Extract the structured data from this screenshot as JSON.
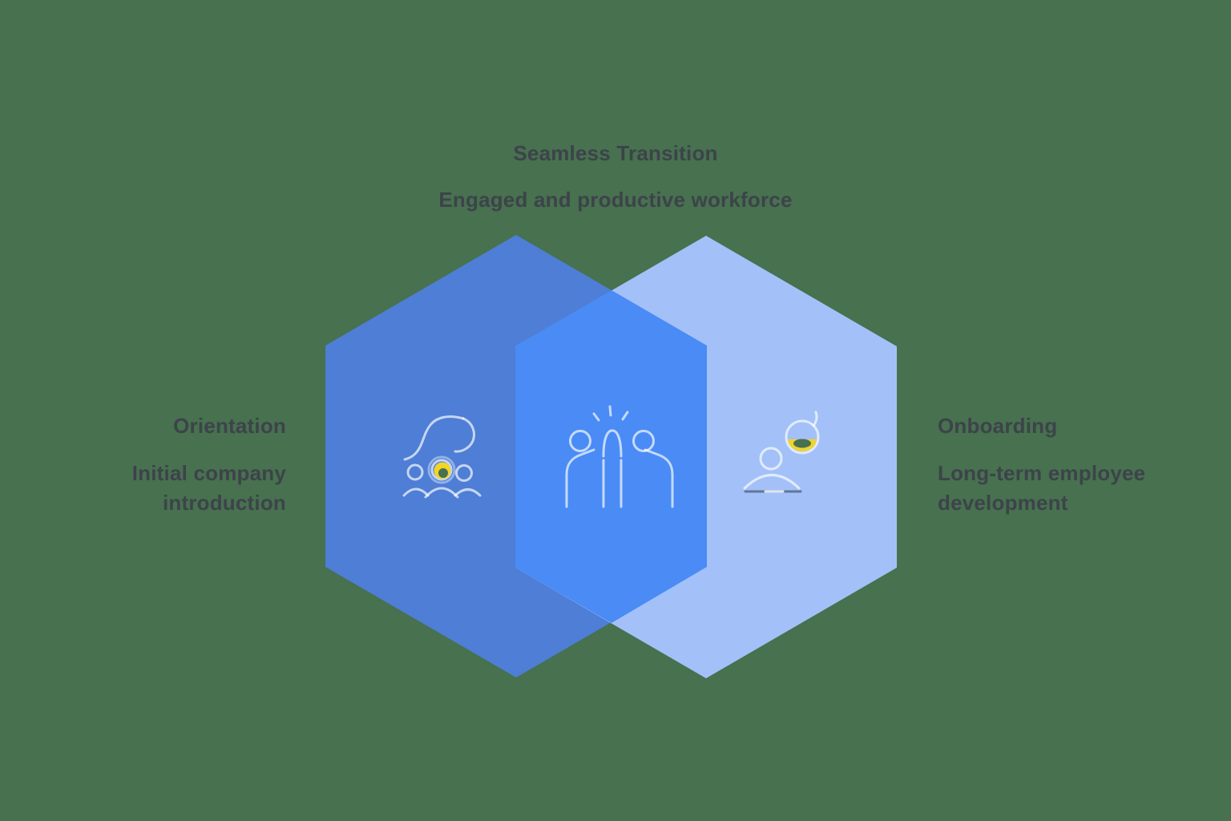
{
  "diagram": {
    "top": {
      "title": "Seamless Transition",
      "subtitle": "Engaged and productive workforce"
    },
    "left": {
      "title": "Orientation",
      "subtitle": "Initial company introduction",
      "icon": "wave-swimmers-icon"
    },
    "center": {
      "icon": "high-five-icon"
    },
    "right": {
      "title": "Onboarding",
      "subtitle": "Long-term employee development",
      "icon": "person-progress-icon"
    }
  },
  "colors": {
    "background": "#47714f",
    "hex_left": "#4e7ed5",
    "hex_right": "#a3c1f8",
    "hex_overlap": "#4a8bf5",
    "text": "#3d434a",
    "accent_yellow": "#f2d525",
    "icon_stroke": "#ffffff",
    "dark_line": "#2e3b46"
  }
}
